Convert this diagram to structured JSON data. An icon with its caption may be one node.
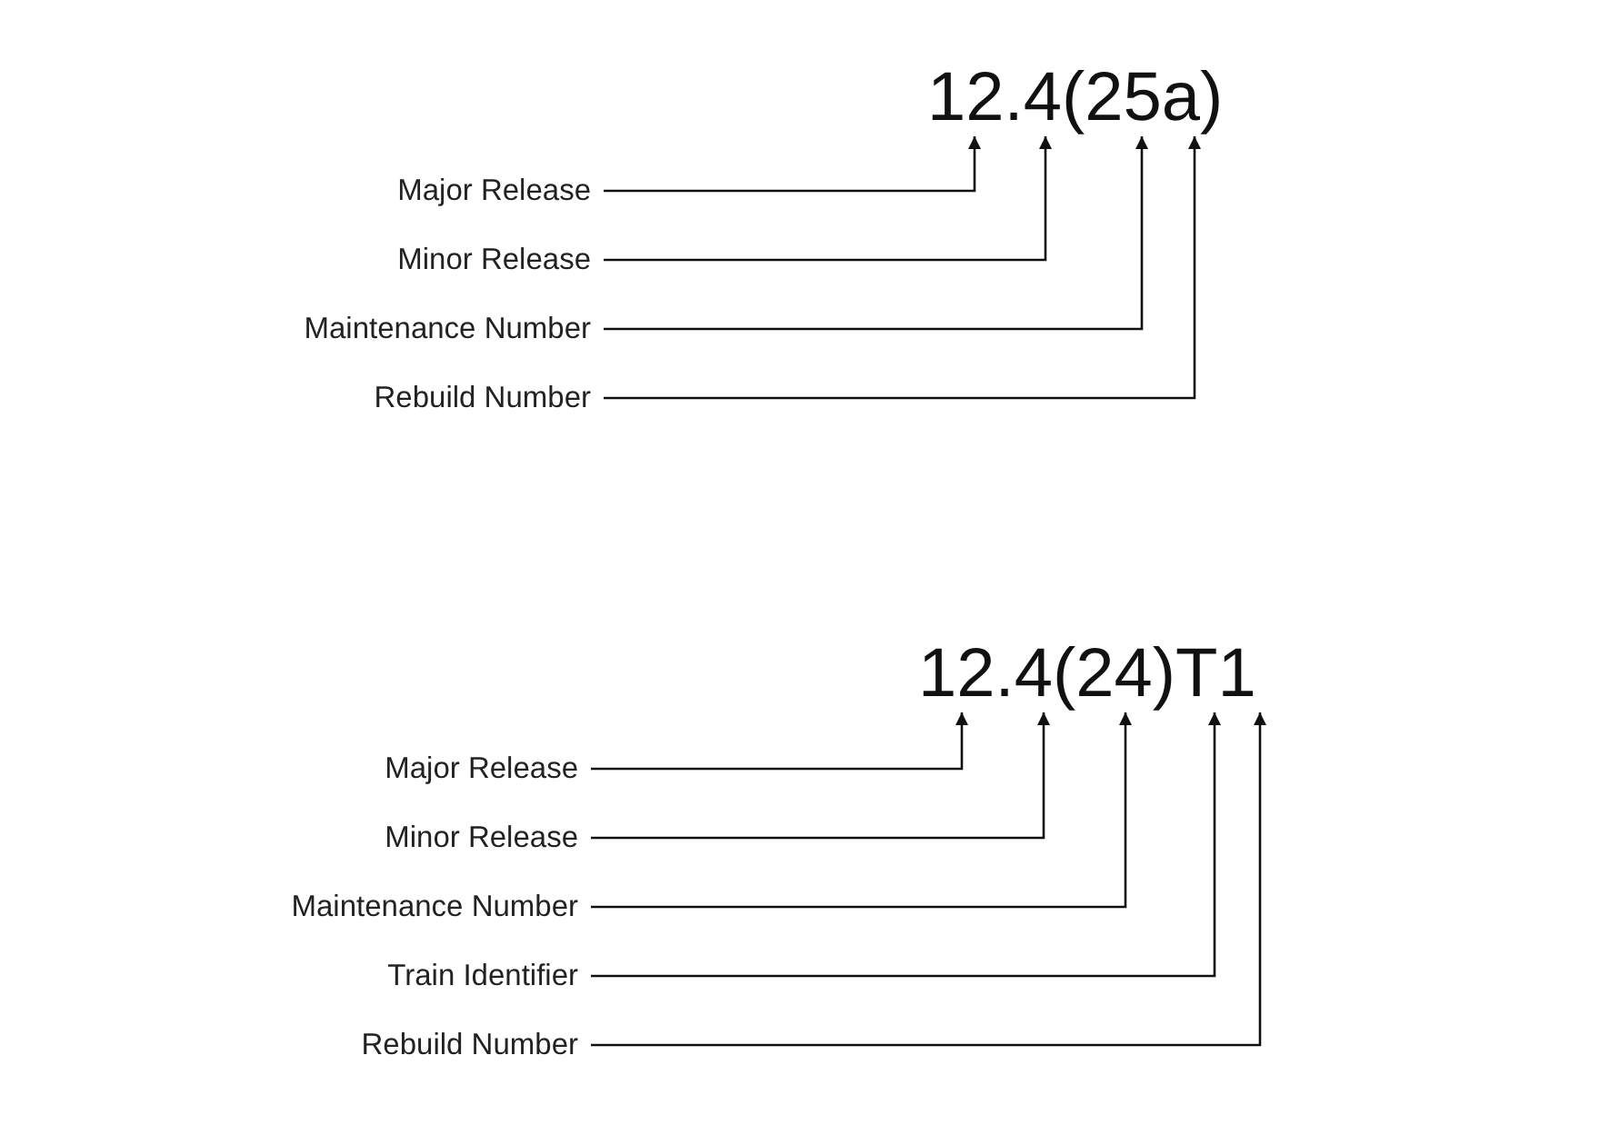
{
  "diagram": {
    "nodes": [
      {
        "text": [
          "12.4(25a)"
        ]
      },
      {
        "text": [
          "Major Release"
        ]
      },
      {
        "text": [
          "Minor Release"
        ]
      },
      {
        "text": [
          "Maintenance Number"
        ]
      },
      {
        "text": [
          "Rebuild Number"
        ]
      },
      {
        "text": [
          "12.4(24)T1"
        ]
      },
      {
        "text": [
          "Major Release"
        ]
      },
      {
        "text": [
          "Minor Release"
        ]
      },
      {
        "text": [
          "Maintenance Number"
        ]
      },
      {
        "text": [
          "Train Identifier"
        ]
      },
      {
        "text": [
          "Rebuild Number"
        ]
      }
    ],
    "edges": [
      {
        "from": 1,
        "to": 0,
        "arrow": "to"
      },
      {
        "from": 2,
        "to": 0,
        "arrow": "to"
      },
      {
        "from": 3,
        "to": 0,
        "arrow": "to"
      },
      {
        "from": 4,
        "to": 0,
        "arrow": "to"
      },
      {
        "from": 6,
        "to": 5,
        "arrow": "to"
      },
      {
        "from": 7,
        "to": 5,
        "arrow": "to"
      },
      {
        "from": 8,
        "to": 5,
        "arrow": "to"
      },
      {
        "from": 9,
        "to": 5,
        "arrow": "to"
      },
      {
        "from": 10,
        "to": 5,
        "arrow": "to"
      }
    ]
  }
}
